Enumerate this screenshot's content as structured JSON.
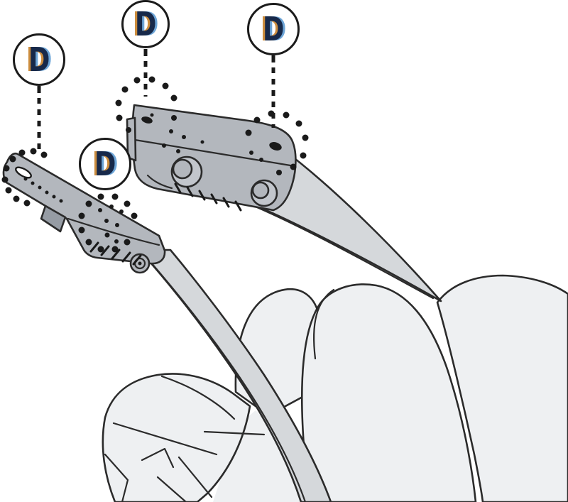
{
  "diagram": {
    "callouts": [
      {
        "id": "callout-1",
        "label": "D"
      },
      {
        "id": "callout-2",
        "label": "D"
      },
      {
        "id": "callout-3",
        "label": "D"
      },
      {
        "id": "callout-4",
        "label": "D"
      }
    ],
    "colors": {
      "ink": "#1a1a1a",
      "outline": "#2b2b2b",
      "label_navy": "#17294a",
      "label_orange": "#cc8d3e",
      "label_blue": "#6ea6d8",
      "body_gray": "#eef0f2",
      "stay_gray": "#d5d8db",
      "bracket_gray": "#b3b7bd",
      "boss_gray": "#c2c6cc",
      "step_gray": "#969ca4"
    }
  }
}
